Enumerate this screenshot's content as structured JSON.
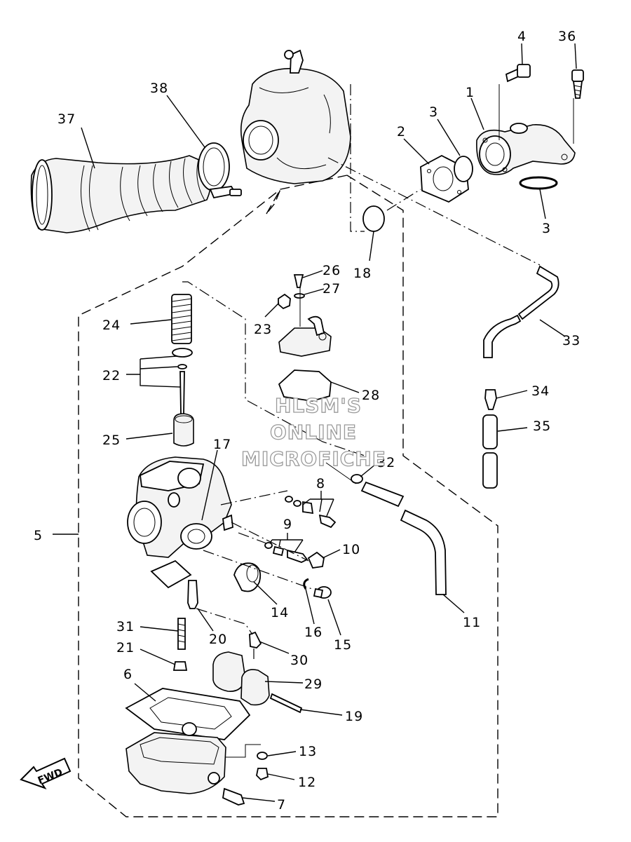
{
  "watermark": {
    "line1": "HLSM'S",
    "line2": "ONLINE",
    "line3": "MICROFICHE"
  },
  "fwd_label": "FWD",
  "callouts": [
    {
      "id": "c1",
      "label": "1"
    },
    {
      "id": "c2",
      "label": "2"
    },
    {
      "id": "c3a",
      "label": "3"
    },
    {
      "id": "c3b",
      "label": "3"
    },
    {
      "id": "c4",
      "label": "4"
    },
    {
      "id": "c5",
      "label": "5"
    },
    {
      "id": "c6",
      "label": "6"
    },
    {
      "id": "c7",
      "label": "7"
    },
    {
      "id": "c8",
      "label": "8"
    },
    {
      "id": "c9",
      "label": "9"
    },
    {
      "id": "c10",
      "label": "10"
    },
    {
      "id": "c11",
      "label": "11"
    },
    {
      "id": "c12",
      "label": "12"
    },
    {
      "id": "c13",
      "label": "13"
    },
    {
      "id": "c14",
      "label": "14"
    },
    {
      "id": "c15",
      "label": "15"
    },
    {
      "id": "c16",
      "label": "16"
    },
    {
      "id": "c17",
      "label": "17"
    },
    {
      "id": "c18",
      "label": "18"
    },
    {
      "id": "c19",
      "label": "19"
    },
    {
      "id": "c20",
      "label": "20"
    },
    {
      "id": "c21",
      "label": "21"
    },
    {
      "id": "c22",
      "label": "22"
    },
    {
      "id": "c23",
      "label": "23"
    },
    {
      "id": "c24",
      "label": "24"
    },
    {
      "id": "c25",
      "label": "25"
    },
    {
      "id": "c26",
      "label": "26"
    },
    {
      "id": "c27",
      "label": "27"
    },
    {
      "id": "c28",
      "label": "28"
    },
    {
      "id": "c29",
      "label": "29"
    },
    {
      "id": "c30",
      "label": "30"
    },
    {
      "id": "c31",
      "label": "31"
    },
    {
      "id": "c32",
      "label": "32"
    },
    {
      "id": "c33",
      "label": "33"
    },
    {
      "id": "c34",
      "label": "34"
    },
    {
      "id": "c35",
      "label": "35"
    },
    {
      "id": "c36",
      "label": "36"
    },
    {
      "id": "c37",
      "label": "37"
    },
    {
      "id": "c38",
      "label": "38"
    }
  ]
}
